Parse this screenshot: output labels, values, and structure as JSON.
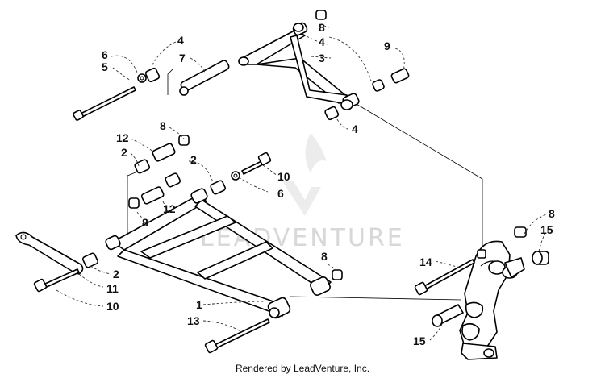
{
  "diagram": {
    "callouts": [
      "1",
      "2",
      "2",
      "2",
      "3",
      "4",
      "4",
      "4",
      "5",
      "6",
      "6",
      "7",
      "8",
      "8",
      "8",
      "8",
      "8",
      "9",
      "10",
      "10",
      "11",
      "12",
      "12",
      "13",
      "14",
      "15",
      "15"
    ]
  },
  "watermark": {
    "text": "LEADVENTURE"
  },
  "footer": {
    "text": "Rendered by LeadVenture, Inc."
  }
}
